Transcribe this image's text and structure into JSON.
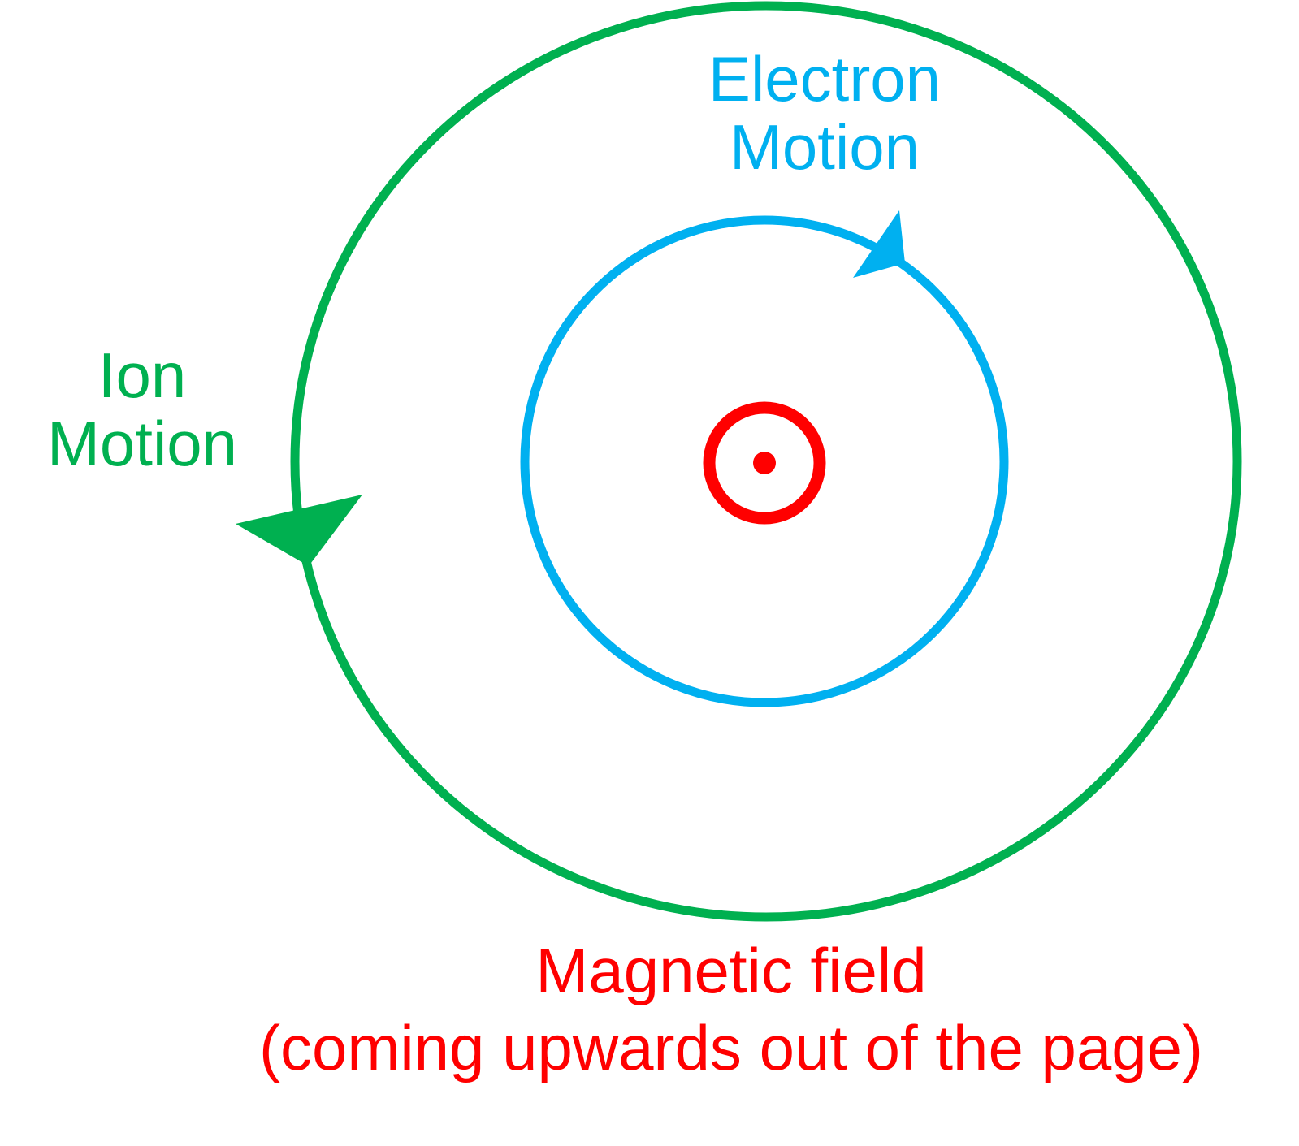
{
  "colors": {
    "ion": "#00B050",
    "electron": "#00B0F0",
    "field": "#FF0000"
  },
  "electron_label": {
    "line1": "Electron",
    "line2": "Motion"
  },
  "ion_label": {
    "line1": "Ion",
    "line2": "Motion"
  },
  "field_label": {
    "line1": "Magnetic field",
    "line2": "(coming upwards out of the page)"
  },
  "icons": {
    "field_symbol": "out-of-page-dot-icon",
    "electron_arrow": "clockwise-arrowhead-icon",
    "ion_arrow": "counterclockwise-arrowhead-icon"
  }
}
